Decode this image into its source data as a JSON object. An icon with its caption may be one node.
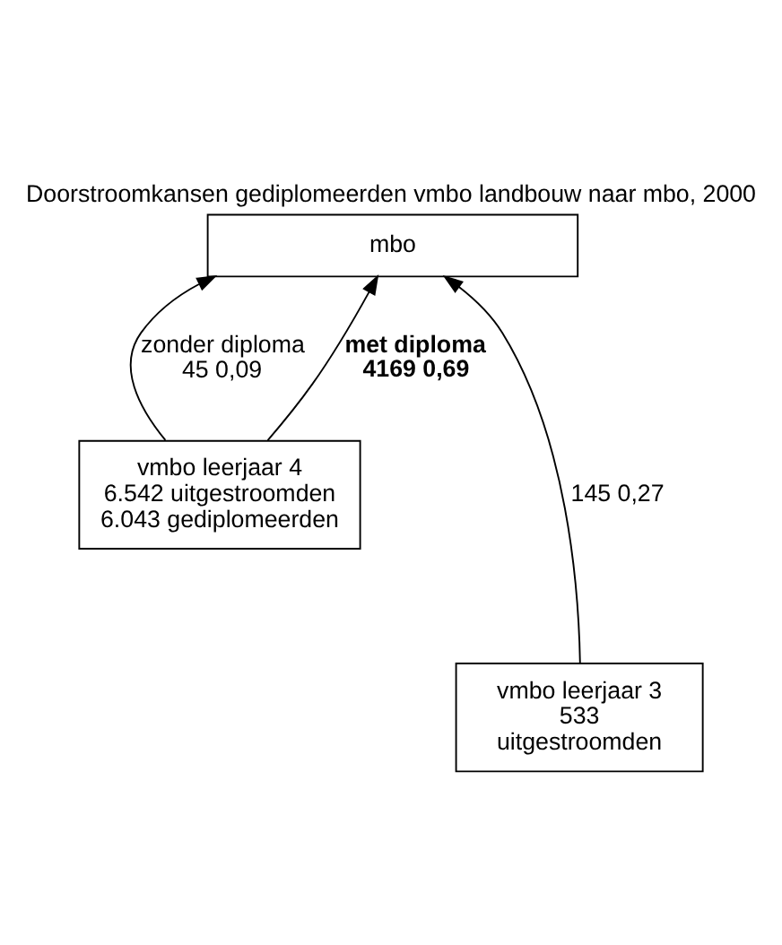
{
  "diagram": {
    "title": "Doorstroomkansen gediplomeerden vmbo landbouw naar mbo, 2000",
    "nodes": [
      {
        "text": [
          "mbo"
        ]
      },
      {
        "text": [
          "vmbo leerjaar 4 6.542 uitgestroomden 6.043 gediplomeerden"
        ]
      },
      {
        "text": [
          "vmbo leerjaar 3 533 uitgestroomden"
        ]
      }
    ],
    "edges": [
      {
        "from": 2,
        "to": 0,
        "arrow": "to",
        "label": "145 0,27"
      },
      {
        "from": 1,
        "to": 0,
        "arrow": "to",
        "label": "zonder diploma 45 0,09"
      },
      {
        "from": 1,
        "to": 0,
        "arrow": "to",
        "label": "met diploma 4169 0,69"
      }
    ]
  }
}
